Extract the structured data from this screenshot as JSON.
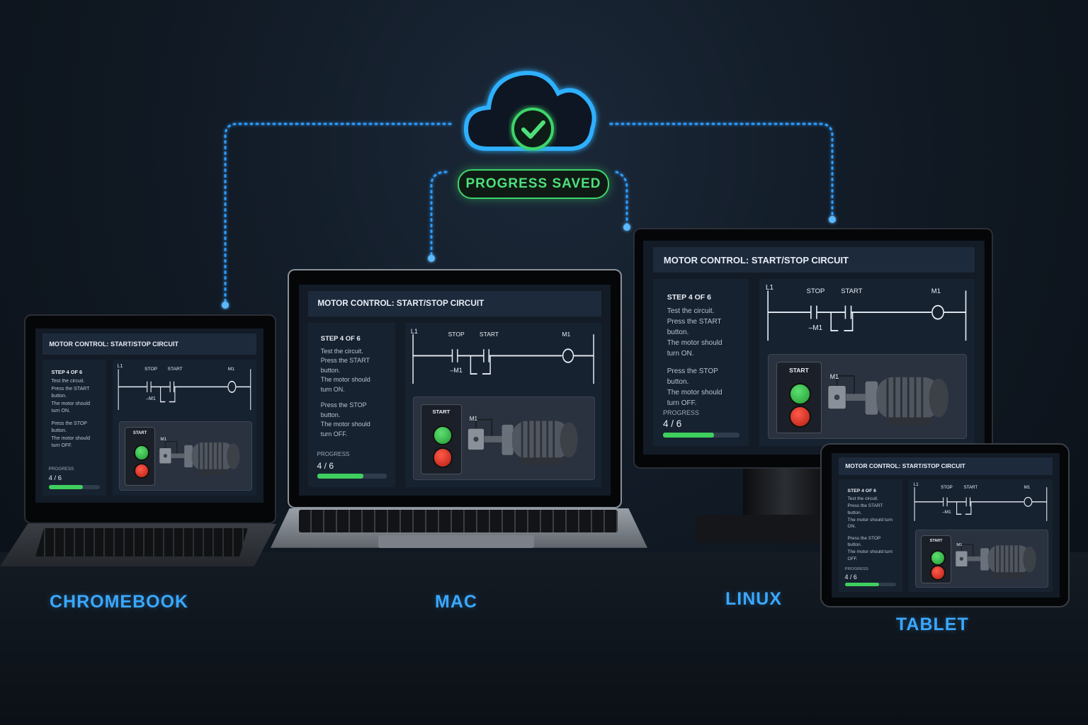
{
  "banner": {
    "status": "PROGRESS SAVED"
  },
  "app": {
    "title": "MOTOR CONTROL: START/STOP CIRCUIT",
    "step": "STEP 4 OF 6",
    "instr_1": "Test the circuit.",
    "instr_2": "Press the START button.",
    "instr_3": "The motor should turn ON.",
    "instr_4": "Press the STOP button.",
    "instr_5": "The motor should turn OFF.",
    "progress_label": "PROGRESS",
    "progress_value": "4 / 6",
    "progress_fraction": 0.667,
    "ladder": {
      "l1": "L1",
      "stop": "STOP",
      "start": "START",
      "m1": "M1",
      "seal": "–M1"
    },
    "sim": {
      "start_label": "START",
      "contactor_label": "M1"
    }
  },
  "devices": {
    "chromebook": "CHROMEBOOK",
    "mac": "MAC",
    "linux": "LINUX",
    "tablet": "TABLET"
  },
  "colors": {
    "accent": "#3aa8ff",
    "success": "#3dd56a"
  }
}
